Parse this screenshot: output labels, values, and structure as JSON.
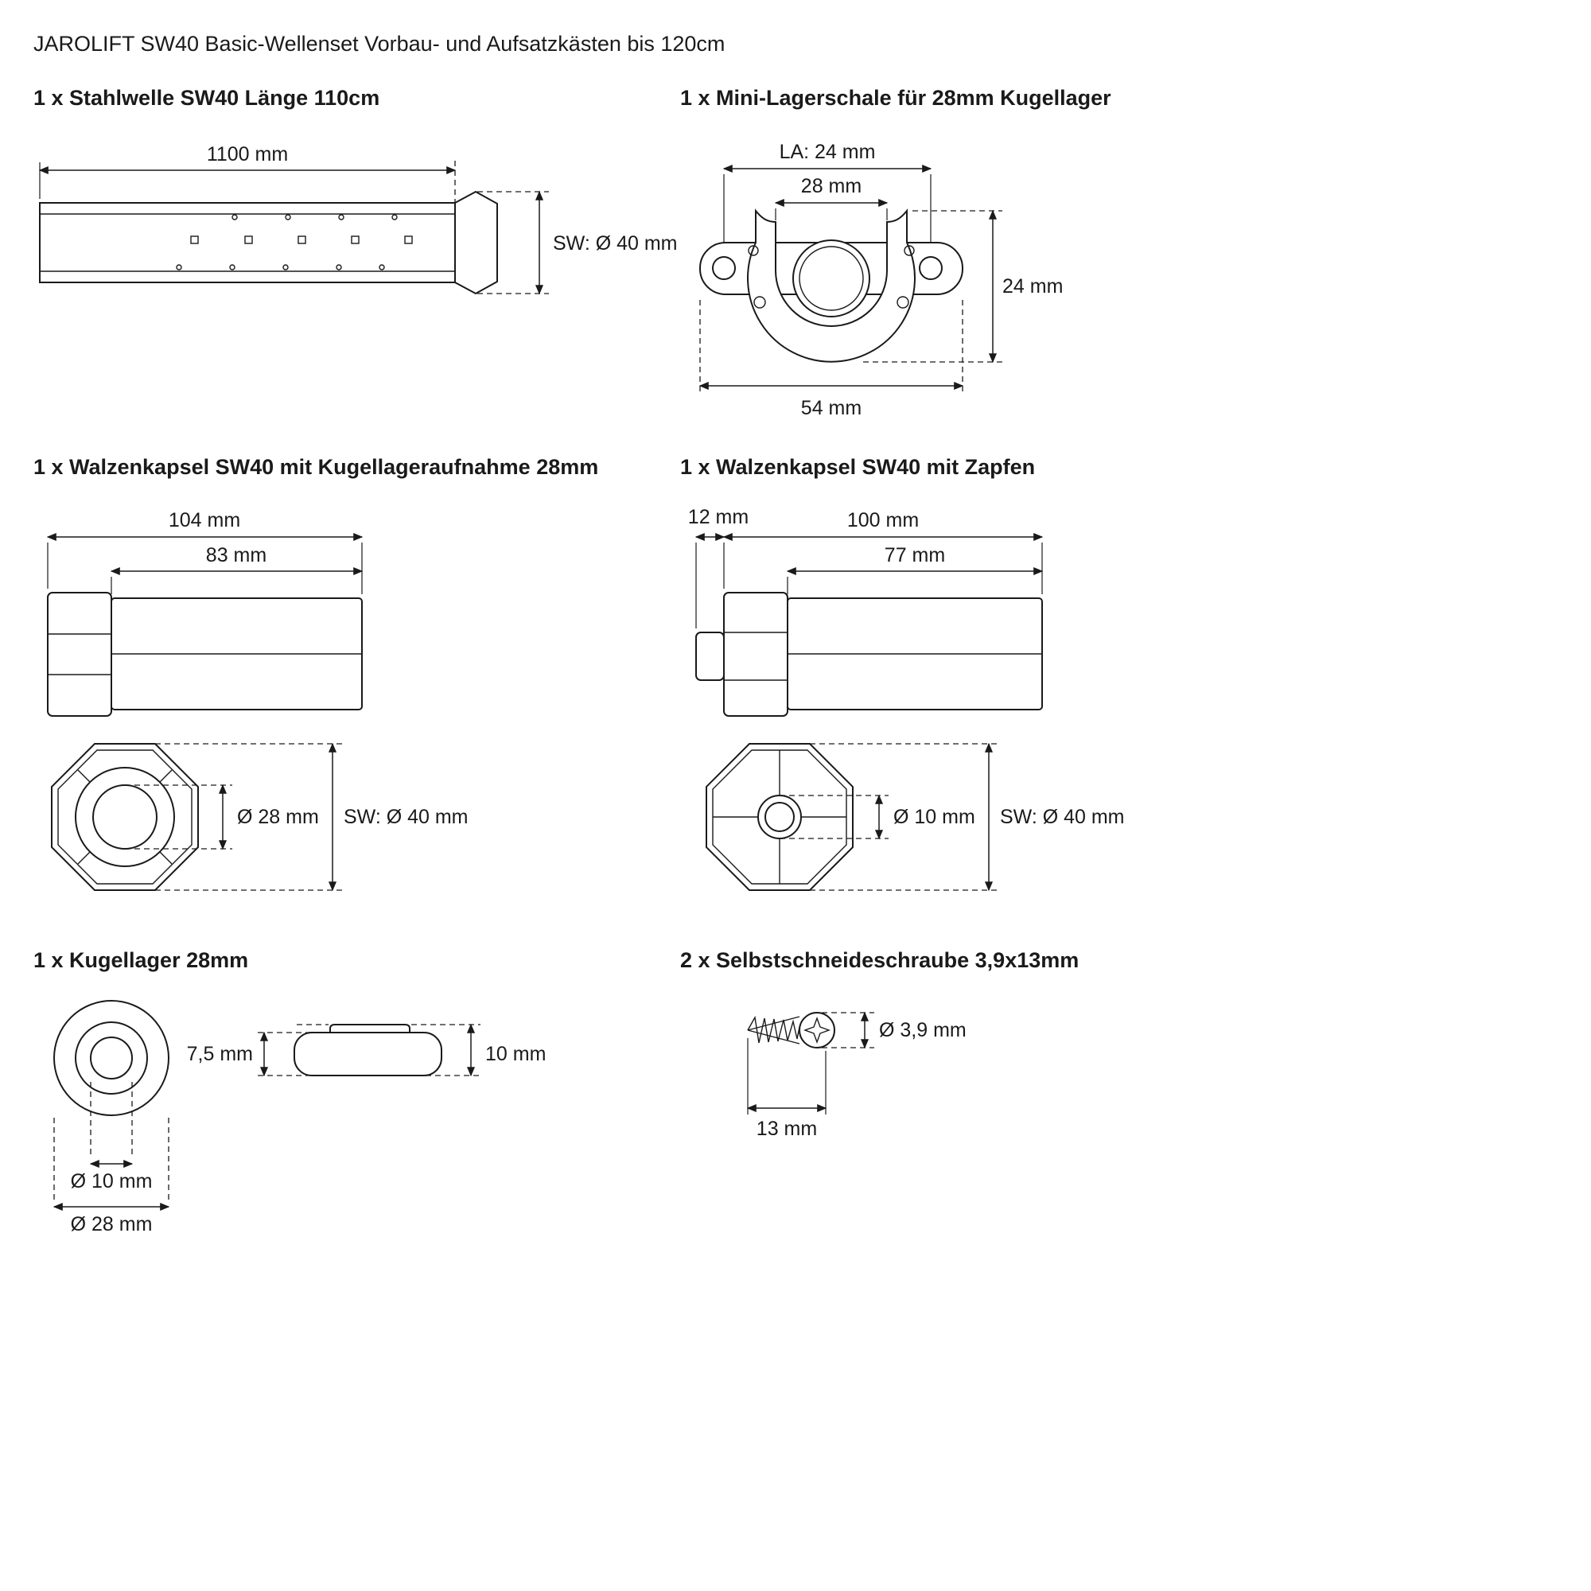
{
  "page": {
    "title": "JAROLIFT SW40 Basic-Wellenset Vorbau- und Aufsatzkästen bis 120cm"
  },
  "colors": {
    "ink": "#1a1a1a",
    "background": "#ffffff"
  },
  "sections": {
    "stahlwelle": {
      "heading": "1 x Stahlwelle SW40 Länge 110cm",
      "dims": {
        "length": "1100 mm",
        "sw": "SW: Ø 40 mm"
      }
    },
    "lagerschale": {
      "heading": "1 x Mini-Lagerschale für 28mm Kugellager",
      "dims": {
        "la": "LA: 24 mm",
        "slot": "28 mm",
        "height": "24 mm",
        "width": "54 mm"
      }
    },
    "kapsel_kugellager": {
      "heading": "1 x Walzenkapsel SW40 mit Kugellageraufnahme 28mm",
      "dims": {
        "total_length": "104 mm",
        "body_length": "83 mm",
        "bore": "Ø 28 mm",
        "sw": "SW: Ø 40 mm"
      }
    },
    "kapsel_zapfen": {
      "heading": "1 x Walzenkapsel SW40 mit Zapfen",
      "dims": {
        "pin_length": "12 mm",
        "total_length": "100 mm",
        "body_length": "77 mm",
        "bore": "Ø 10 mm",
        "sw": "SW: Ø 40 mm"
      }
    },
    "kugellager": {
      "heading": "1 x Kugellager 28mm",
      "dims": {
        "inner_width": "7,5 mm",
        "outer_width": "10 mm",
        "bore": "Ø 10 mm",
        "outer_diameter": "Ø 28 mm"
      }
    },
    "schraube": {
      "heading": "2 x Selbstschneideschraube 3,9x13mm",
      "dims": {
        "diameter": "Ø 3,9 mm",
        "length": "13 mm"
      }
    }
  }
}
